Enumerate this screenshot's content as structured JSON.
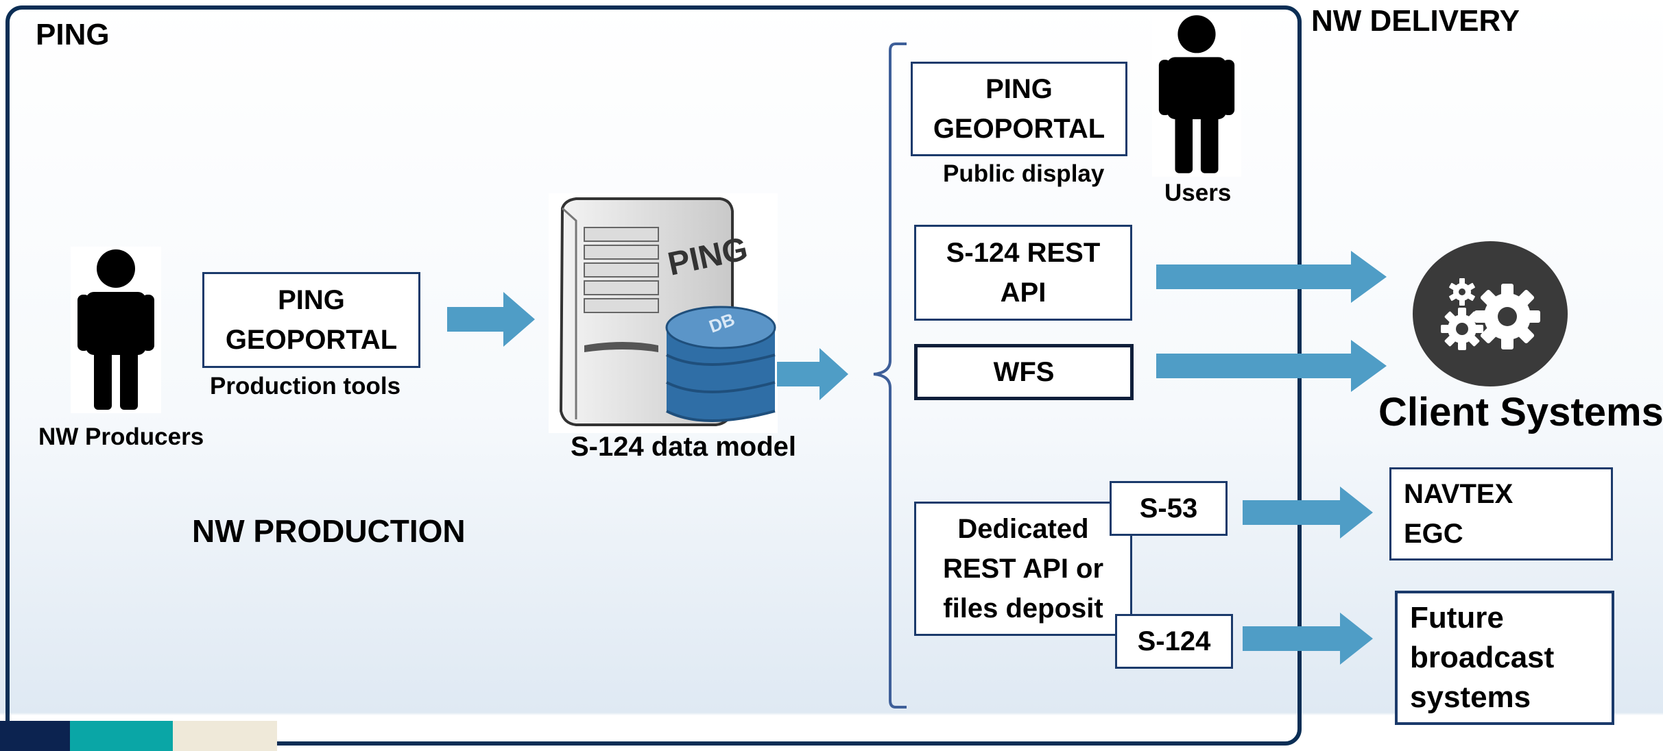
{
  "sections": {
    "ping": "PING",
    "nw_delivery": "NW DELIVERY",
    "nw_production": "NW PRODUCTION"
  },
  "production": {
    "producers_label": "NW Producers",
    "geoportal_box": "PING\nGEOPORTAL",
    "geoportal_caption": "Production tools",
    "server_label": "PING",
    "db_label": "DB",
    "data_model_label": "S-124 data model"
  },
  "delivery": {
    "geoportal_box": "PING\nGEOPORTAL",
    "geoportal_caption": "Public display",
    "users_label": "Users",
    "rest_api_box": "S-124 REST\nAPI",
    "wfs_box": "WFS",
    "dedicated_box": "Dedicated\nREST API or\nfiles deposit",
    "s53_box": "S-53",
    "s124_box": "S-124"
  },
  "clients": {
    "client_systems_label": "Client Systems",
    "navtex_box": "NAVTEX\nEGC",
    "future_box": "Future\nbroadcast\nsystems"
  },
  "colors": {
    "frame": "#0b2e55",
    "arrow": "#4f9dc6",
    "bracket": "#3e5f99",
    "box_border": "#1b3a6b",
    "footer_navy": "#0c2350",
    "footer_teal": "#0aa6a6",
    "footer_beige": "#efe9d9"
  },
  "icons": [
    "person-icon",
    "server-icon",
    "database-icon",
    "gears-icon"
  ]
}
